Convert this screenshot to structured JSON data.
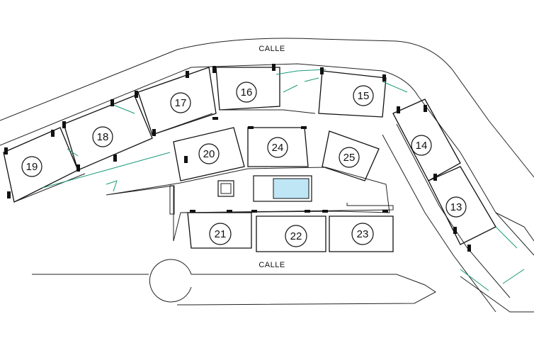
{
  "map": {
    "streets": {
      "north": "CALLE",
      "south": "CALLE"
    },
    "units": [
      "13",
      "14",
      "15",
      "16",
      "17",
      "18",
      "19",
      "20",
      "21",
      "22",
      "23",
      "24",
      "25"
    ],
    "colors": {
      "linework": "#222222",
      "walls": "#111111",
      "landscape_lines": "#1a9a7a",
      "pool_water": "#bfe6f5"
    }
  }
}
